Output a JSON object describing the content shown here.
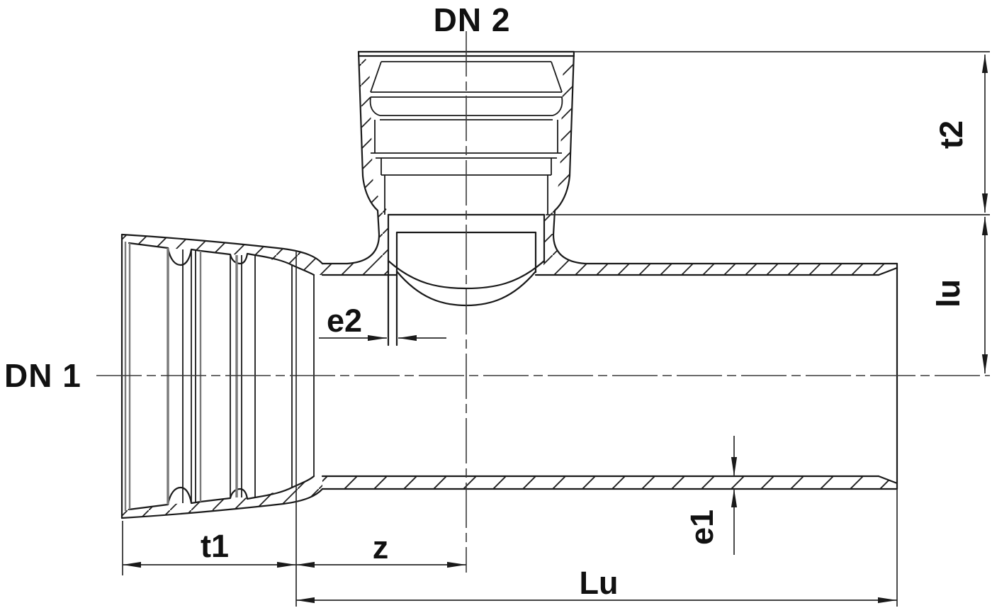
{
  "drawing": {
    "type": "technical-drawing",
    "subject": "Tee pipe fitting with two sockets and spigot end, longitudinal section",
    "labels": {
      "dn1": "DN 1",
      "dn2": "DN 2",
      "t1": "t1",
      "t2": "t2",
      "z": "z",
      "Lu": "Lu",
      "lu": "lu",
      "e1": "e1",
      "e2": "e2"
    },
    "colors": {
      "line": "#1a1a1a",
      "dimension_line": "#2a2a2a",
      "groove_gray": "#7a7a7a",
      "background": "#ffffff",
      "text": "#111111"
    }
  }
}
